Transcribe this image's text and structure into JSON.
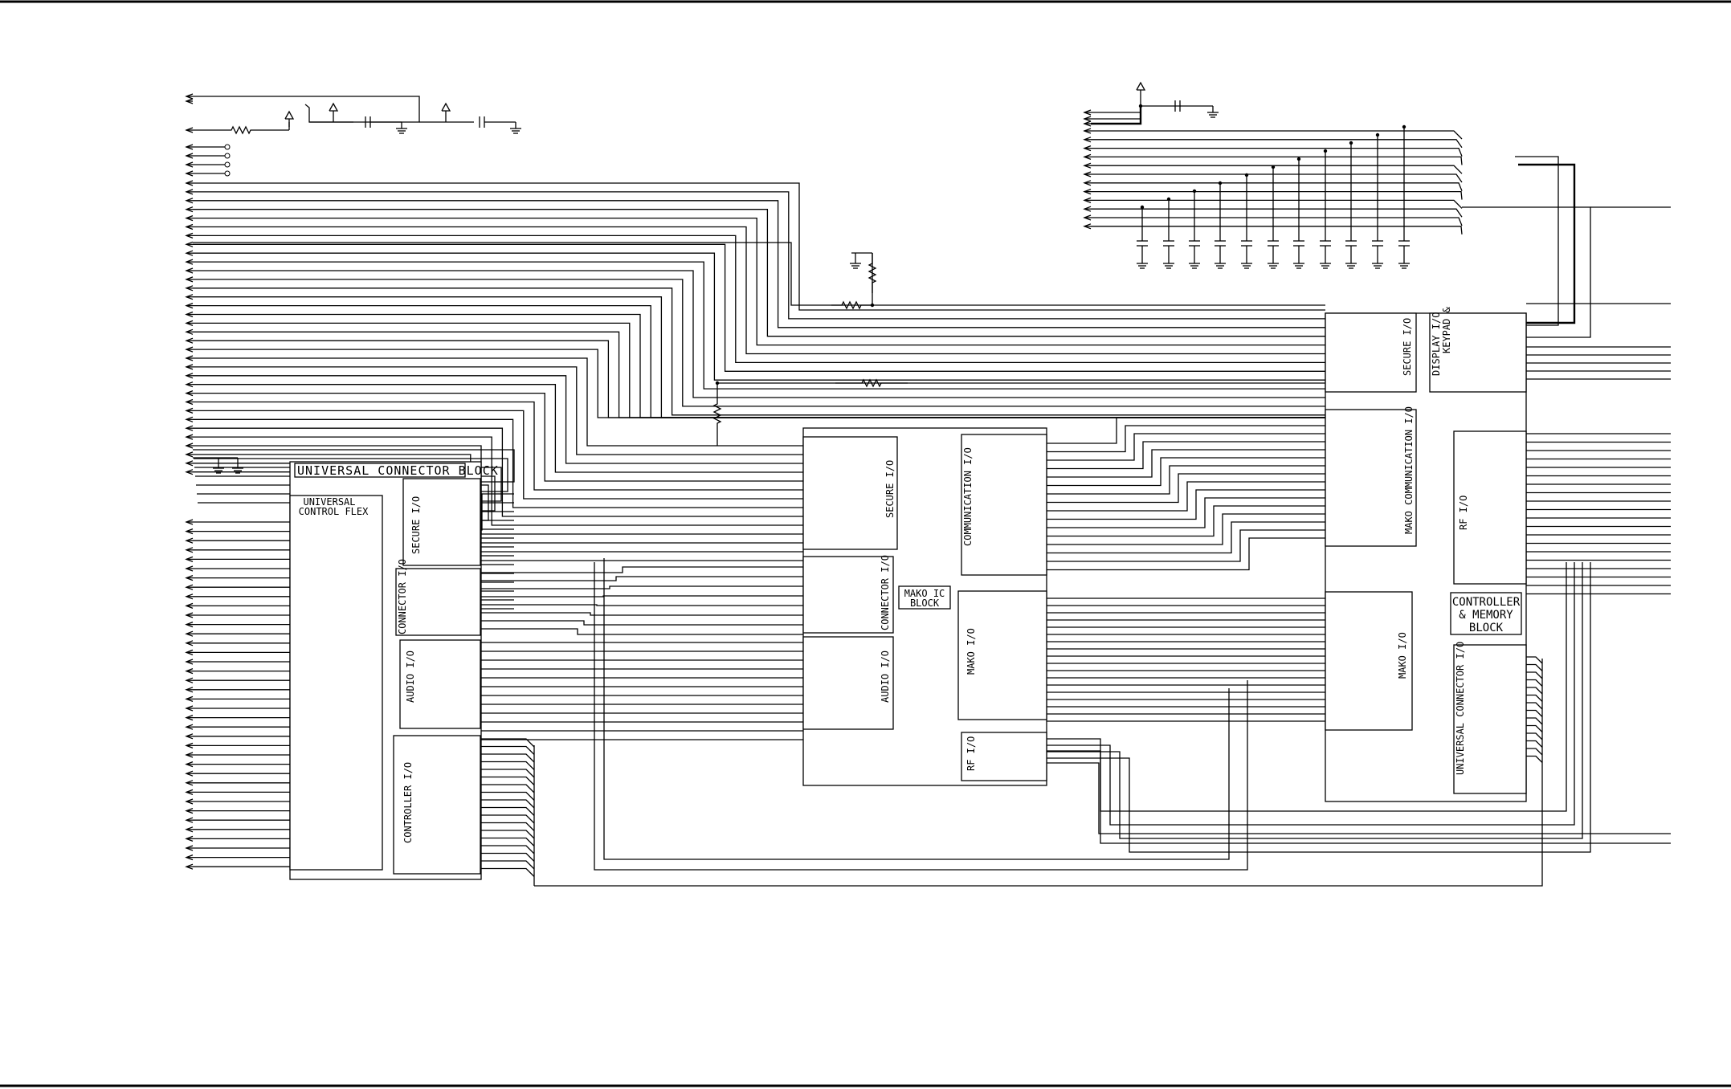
{
  "labels": {
    "universal_connector_block": "UNIVERSAL CONNECTOR BLOCK",
    "universal_control_flex_1": "UNIVERSAL",
    "universal_control_flex_2": "CONTROL FLEX",
    "ucb_secure_io": "SECURE I/O",
    "ucb_connector_io": "CONNECTOR I/O",
    "ucb_audio_io": "AUDIO I/O",
    "ucb_controller_io": "CONTROLLER I/O",
    "mako_secure_io": "SECURE I/O",
    "mako_connector_io": "CONNECTOR I/O",
    "mako_audio_io": "AUDIO I/O",
    "mako_communication_io": "COMMUNICATION I/O",
    "mako_mako_io": "MAKO I/O",
    "mako_rf_io": "RF I/O",
    "mako_ic_block_1": "MAKO IC",
    "mako_ic_block_2": "BLOCK",
    "cm_secure_io": "SECURE I/O",
    "cm_display_keypad_1": "DISPLAY I/O",
    "cm_display_keypad_2": "KEYPAD &",
    "cm_mako_communication_io": "MAKO COMMUNICATION I/O",
    "cm_rf_io": "RF I/O",
    "cm_mako_io": "MAKO I/O",
    "cm_universal_connector_io": "UNIVERSAL CONNECTOR I/O",
    "controller_memory_block_1": "CONTROLLER",
    "controller_memory_block_2": "& MEMORY",
    "controller_memory_block_3": "BLOCK"
  }
}
